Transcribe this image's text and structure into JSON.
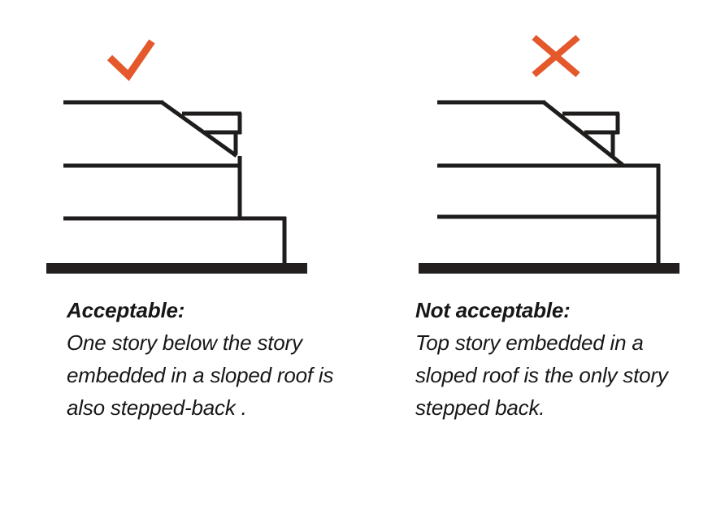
{
  "figure": {
    "background_color": "#ffffff",
    "line_color": "#1f1c1c",
    "mark_color": "#e4582c",
    "panels": [
      {
        "id": "acceptable",
        "mark": "check-mark-icon",
        "mark_label": "✓",
        "caption_title": "Acceptable:",
        "caption_body": "One story below the story embedded in a sloped roof is also stepped-back ."
      },
      {
        "id": "not-acceptable",
        "mark": "cross-mark-icon",
        "mark_label": "✕",
        "caption_title": "Not acceptable:",
        "caption_body": "Top story embedded in a sloped roof is the only story stepped back."
      }
    ]
  }
}
